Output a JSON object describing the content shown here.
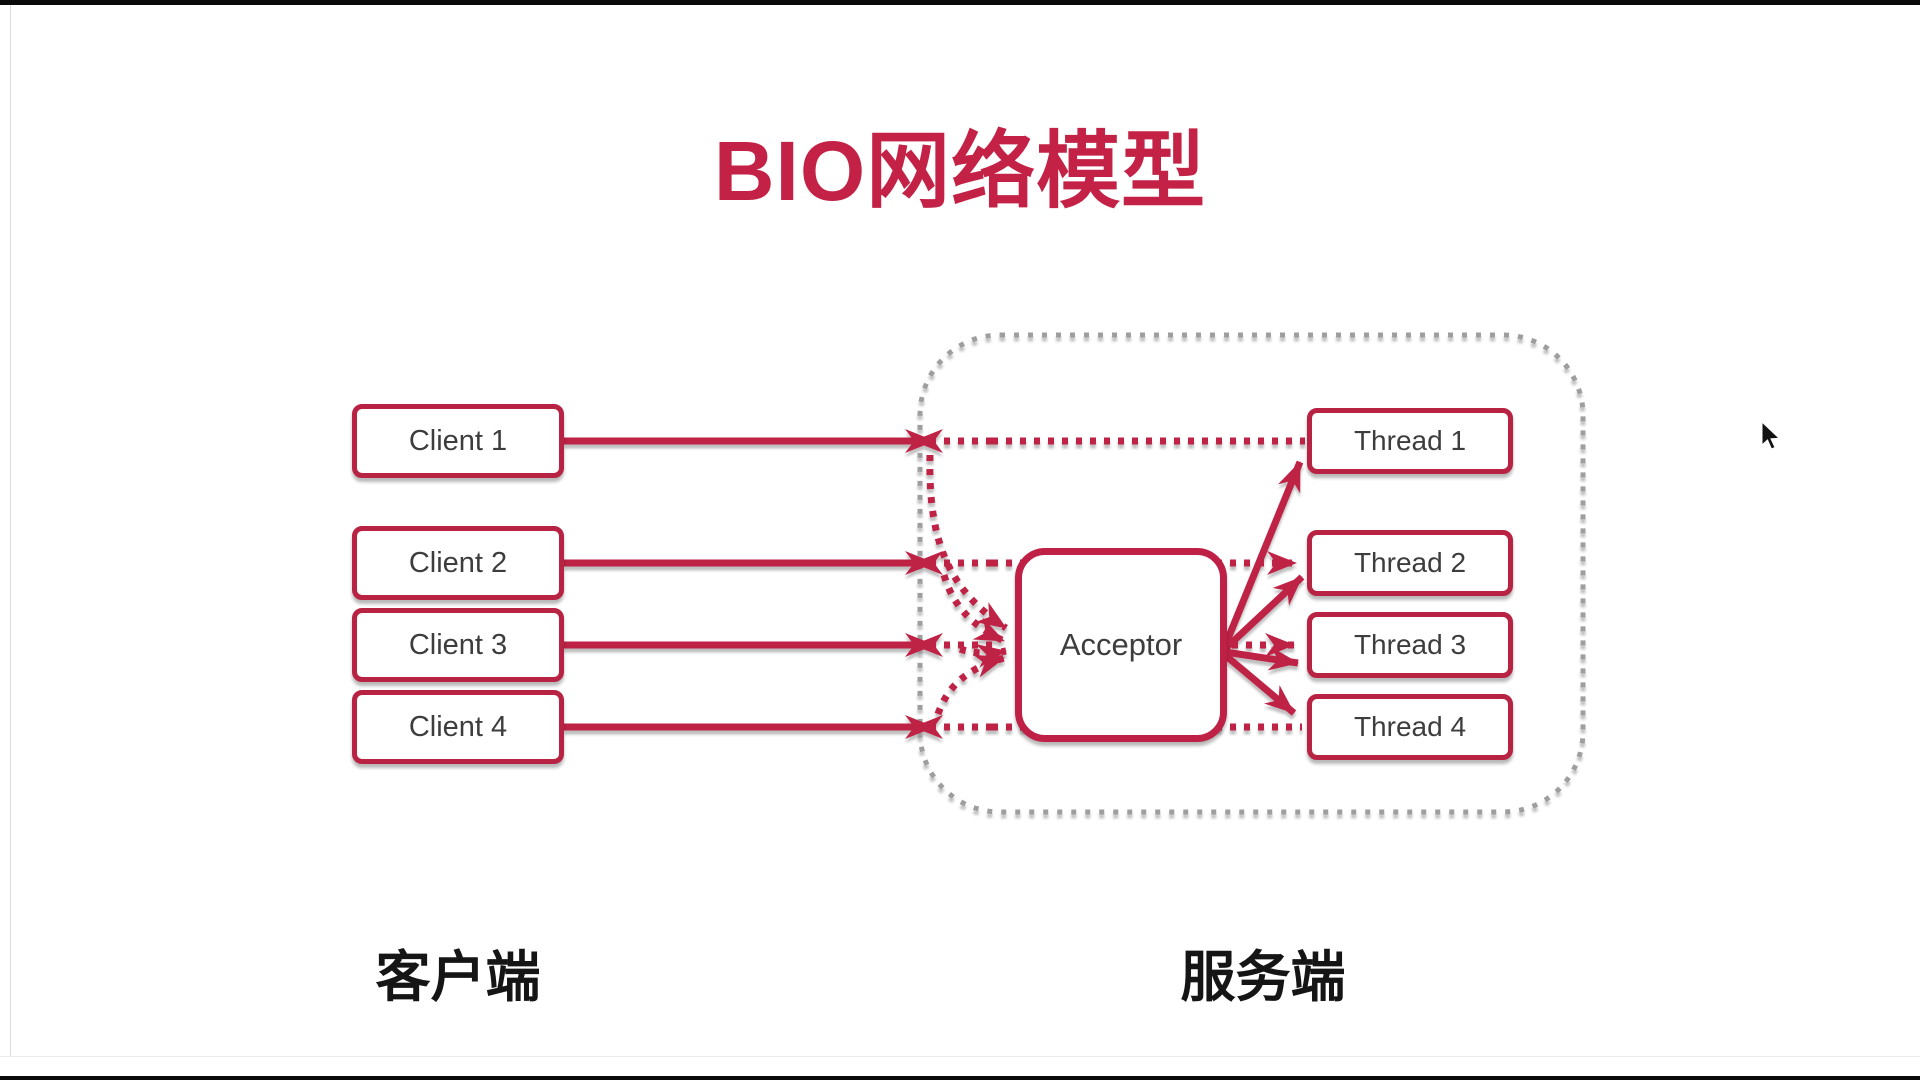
{
  "title": "BIO网络模型",
  "left_label": "客户端",
  "right_label": "服务端",
  "clients": [
    {
      "label": "Client 1"
    },
    {
      "label": "Client 2"
    },
    {
      "label": "Client 3"
    },
    {
      "label": "Client 4"
    }
  ],
  "acceptor": {
    "label": "Acceptor"
  },
  "threads": [
    {
      "label": "Thread 1"
    },
    {
      "label": "Thread 2"
    },
    {
      "label": "Thread 3"
    },
    {
      "label": "Thread 4"
    }
  ],
  "colors": {
    "accent_red": "#be2145",
    "title_red": "#c32246",
    "boundary_gray": "#9e9e9e",
    "box_text": "#3d3d3d",
    "label_text": "#151515"
  }
}
